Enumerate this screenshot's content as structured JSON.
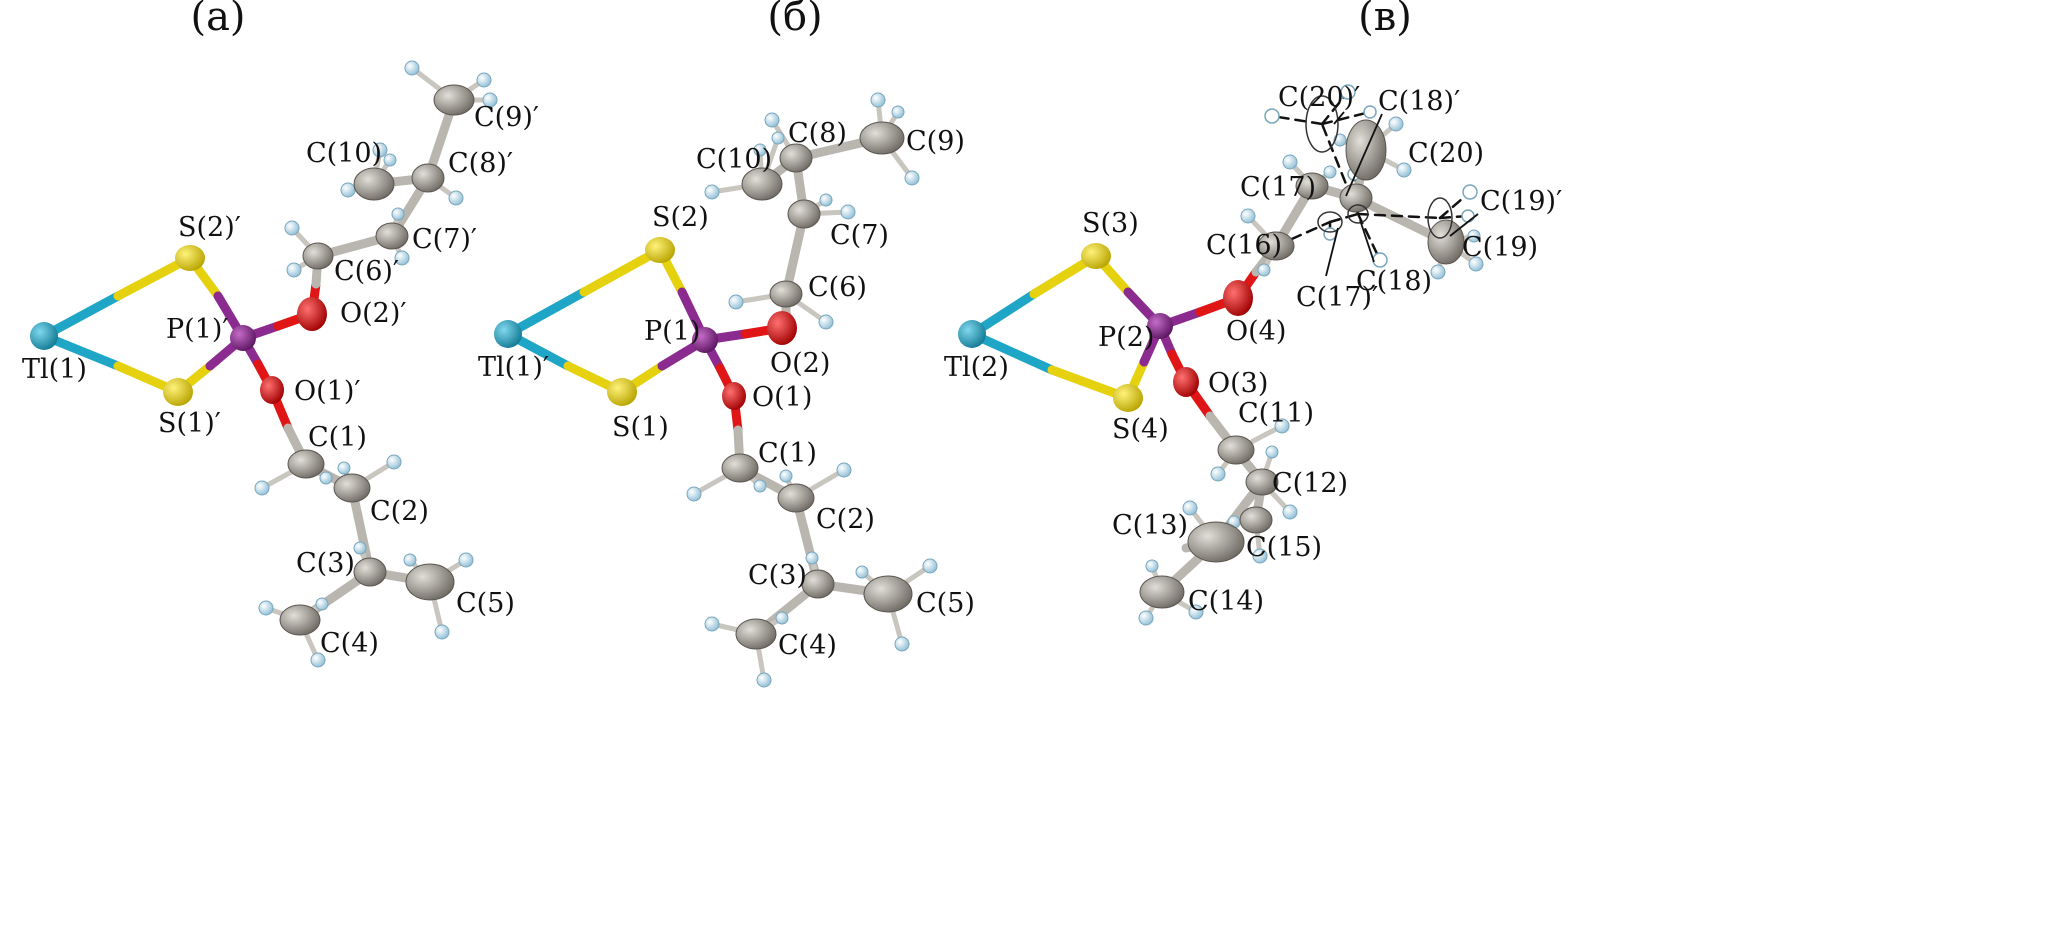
{
  "colors": {
    "tl": "#1fa6c6",
    "s": "#e6d10f",
    "p": "#8b2a8f",
    "o": "#e01515",
    "c": "#a8a49c",
    "h": "#cde6f2",
    "bond_c": "#b9b6b0"
  },
  "panels": [
    {
      "id": "a",
      "title": "(а)",
      "labels": {
        "tl": "Tl(1)",
        "s_top": "S(2)′",
        "s_bot": "S(1)′",
        "p": "P(1)′",
        "o_up": "O(2)′",
        "o_down": "O(1)′",
        "c_up1": "C(6)′",
        "c_up2": "C(7)′",
        "c_up3": "C(8)′",
        "c_up4": "C(9)′",
        "c_up5": "C(10)",
        "c1": "C(1)",
        "c2": "C(2)",
        "c3": "C(3)",
        "c4": "C(4)",
        "c5": "C(5)"
      }
    },
    {
      "id": "b",
      "title": "(б)",
      "labels": {
        "tl": "Tl(1)′",
        "s_top": "S(2)",
        "s_bot": "S(1)",
        "p": "P(1)",
        "o_up": "O(2)",
        "o_down": "O(1)",
        "c_up1": "C(6)",
        "c_up2": "C(7)",
        "c_up3": "C(8)",
        "c_up4": "C(9)",
        "c_up5": "C(10)",
        "c1": "C(1)",
        "c2": "C(2)",
        "c3": "C(3)",
        "c4": "C(4)",
        "c5": "C(5)"
      }
    },
    {
      "id": "v",
      "title": "(в)",
      "labels": {
        "tl": "Tl(2)",
        "s_top": "S(3)",
        "s_bot": "S(4)",
        "p": "P(2)",
        "o_up": "O(4)",
        "o_down": "O(3)",
        "c16": "C(16)",
        "c17": "C(17)",
        "c17p": "C(17)′",
        "c18": "C(18)",
        "c18p": "C(18)′",
        "c19": "C(19)",
        "c19p": "C(19)′",
        "c20": "C(20)",
        "c20p": "C(20)′",
        "c11": "C(11)",
        "c12": "C(12)",
        "c13": "C(13)",
        "c14": "C(14)",
        "c15": "C(15)"
      }
    }
  ]
}
